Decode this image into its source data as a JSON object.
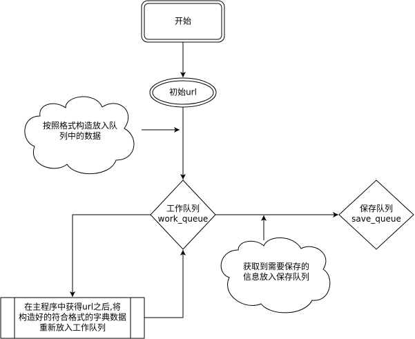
{
  "nodes": {
    "start": {
      "label": "开始"
    },
    "init_url": {
      "label": "初始url"
    },
    "cloud_format": {
      "line1": "按照格式构造放入队",
      "line2": "列中的数据"
    },
    "work_queue": {
      "line1": "工作队列",
      "line2": "work_queue"
    },
    "save_queue": {
      "line1": "保存队列",
      "line2": "save_queue"
    },
    "cloud_save": {
      "line1": "获取到需要保存的",
      "line2": "信息放入保存队列"
    },
    "main_process": {
      "line1": "在主程序中获得url之后,将",
      "line2": "构造好的符合格式的字典数据",
      "line3": "重新放入工作队列"
    }
  },
  "colors": {
    "stroke": "#000000",
    "fill": "#ffffff",
    "text": "#000000"
  }
}
